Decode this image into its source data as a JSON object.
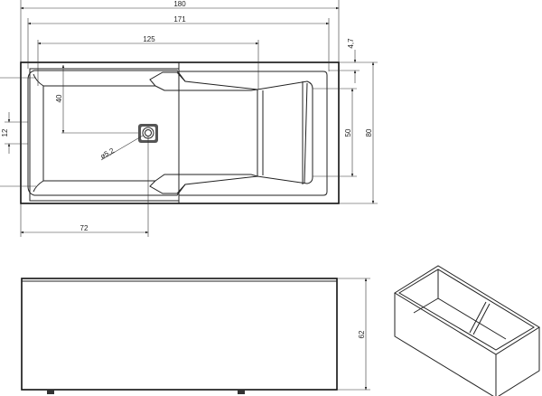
{
  "drawing": {
    "top_view": {
      "dimensions": {
        "overall_length": "180",
        "rim_length": "171",
        "basin_length": "125",
        "rim_offset": "4,7",
        "overall_width": "80",
        "backrest_width": "50",
        "drain_offset_y": "40",
        "overflow_height": "12",
        "drain_diameter": "ø5,2",
        "drain_offset_x": "72"
      }
    },
    "front_view": {
      "dimensions": {
        "height": "62"
      }
    },
    "iso_view": {}
  }
}
